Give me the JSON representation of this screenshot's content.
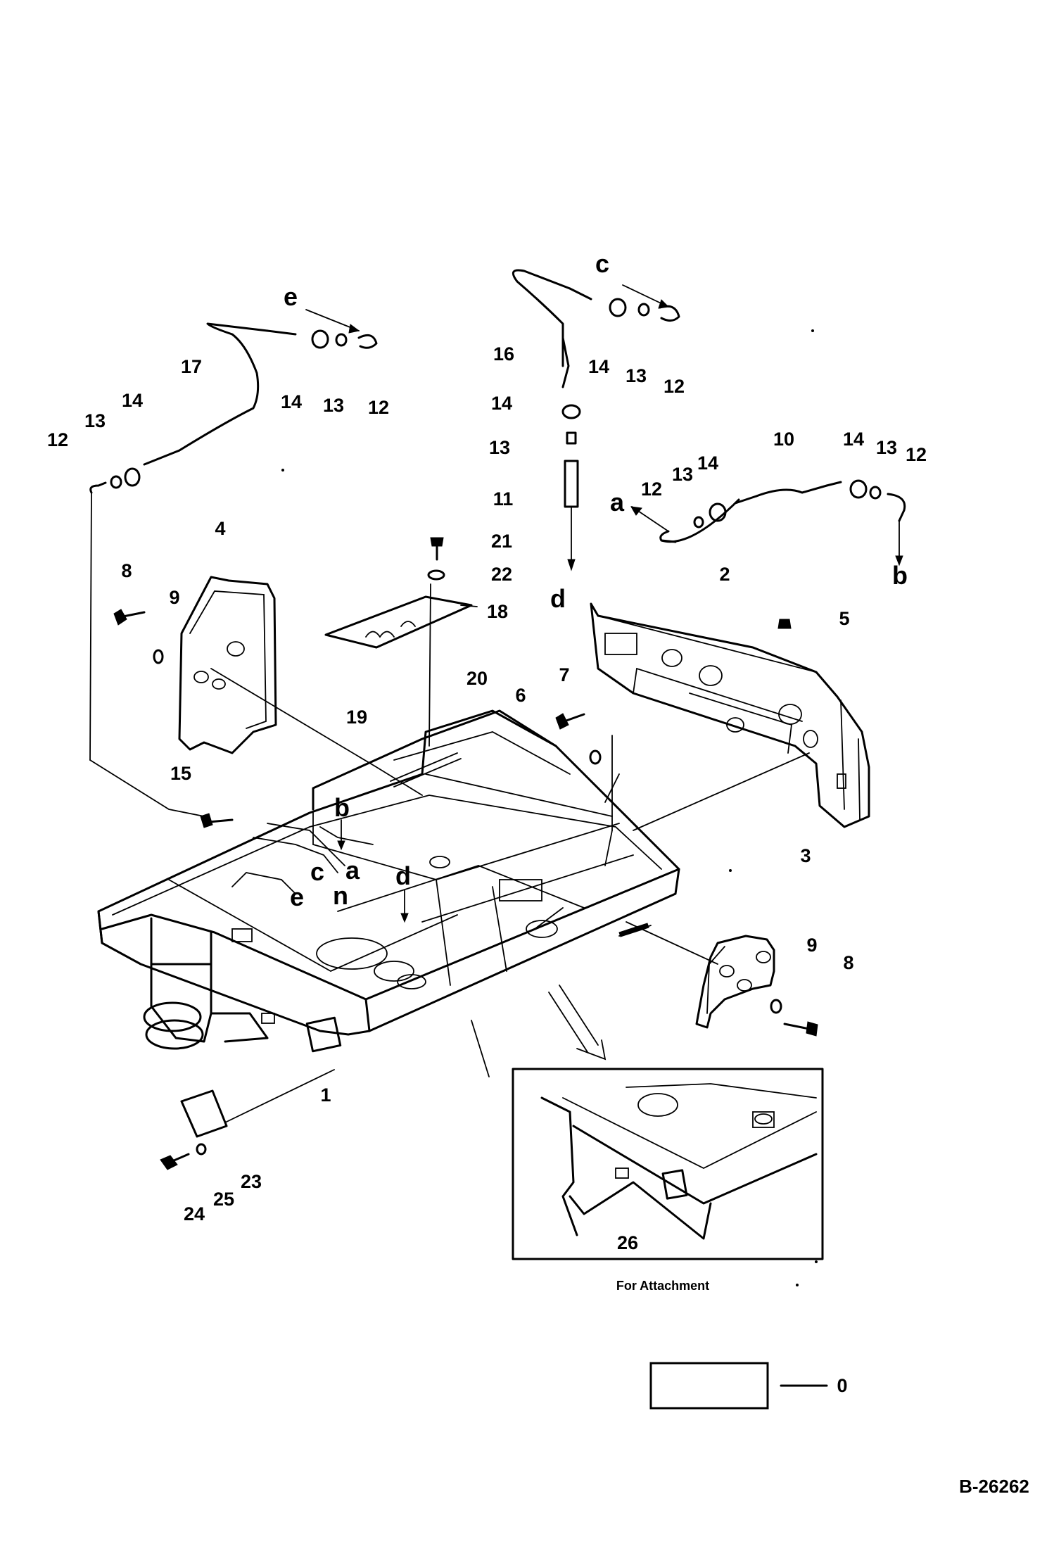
{
  "callouts": {
    "part_0": "0",
    "part_1": "1",
    "part_2": "2",
    "part_3": "3",
    "part_4": "4",
    "part_5": "5",
    "part_6": "6",
    "part_7": "7",
    "part_8_left": "8",
    "part_8_right": "8",
    "part_9_left": "9",
    "part_9_right": "9",
    "part_10": "10",
    "part_11": "11",
    "part_12": "12",
    "part_13": "13",
    "part_14": "14",
    "part_15": "15",
    "part_16": "16",
    "part_17": "17",
    "part_18": "18",
    "part_19": "19",
    "part_20": "20",
    "part_21": "21",
    "part_22": "22",
    "part_23": "23",
    "part_24": "24",
    "part_25": "25",
    "part_26": "26"
  },
  "connections": {
    "a": "a",
    "b": "b",
    "c": "c",
    "d": "d",
    "e": "e",
    "n": "n"
  },
  "inset": {
    "caption": "For Attachment"
  },
  "document": {
    "drawing_number": "B-26262"
  }
}
